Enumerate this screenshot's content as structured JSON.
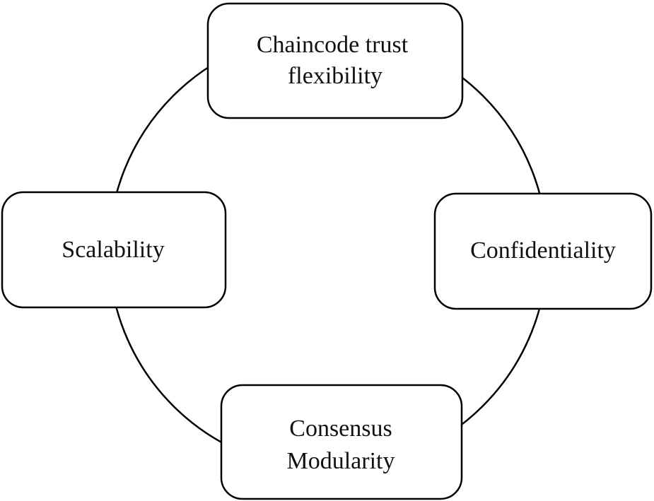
{
  "diagram": {
    "nodes": {
      "top": {
        "lines": [
          "Chaincode trust",
          "flexibility"
        ]
      },
      "left": {
        "lines": [
          "Scalability"
        ]
      },
      "right": {
        "lines": [
          "Confidentiality"
        ]
      },
      "bottom": {
        "lines": [
          "Consensus",
          "Modularity"
        ]
      }
    },
    "colors": {
      "stroke": "#000000",
      "box_fill": "#ffffff",
      "text": "#111111"
    }
  }
}
